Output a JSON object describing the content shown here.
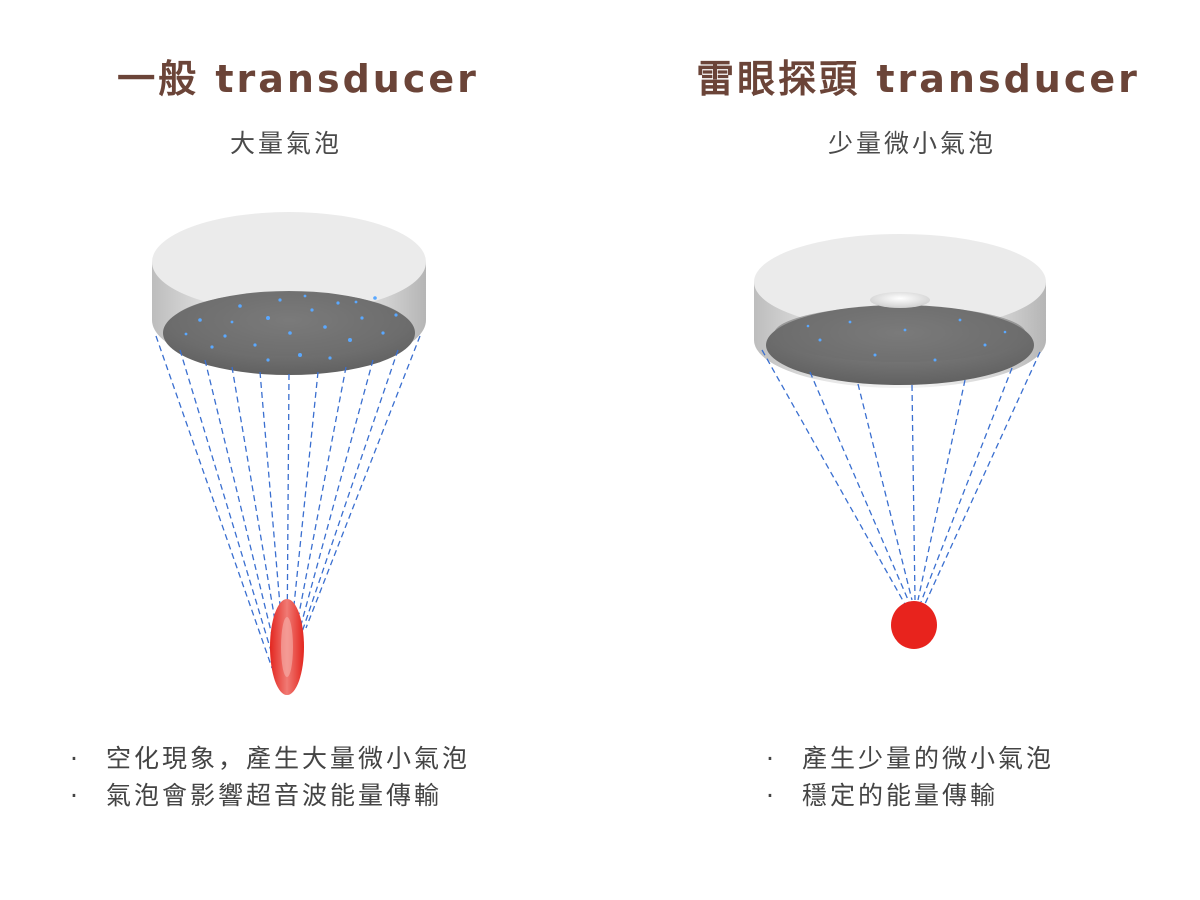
{
  "left": {
    "title": "一般 transducer",
    "subtitle": "大量氣泡",
    "bullets": [
      "空化現象，產生大量微小氣泡",
      "氣泡會影響超音波能量傳輸"
    ]
  },
  "right": {
    "title": "雷眼探頭 transducer",
    "subtitle": "少量微小氣泡",
    "bullets": [
      "產生少量的微小氣泡",
      "穩定的能量傳輸"
    ]
  },
  "bullet_marker": "·",
  "colors": {
    "title": "#6b4438",
    "beam": "#3a6fd0",
    "focus": "#e8231d",
    "bubble": "#5aa8ff",
    "housing": "#d8d8d8",
    "face": "#7a7a7a"
  }
}
